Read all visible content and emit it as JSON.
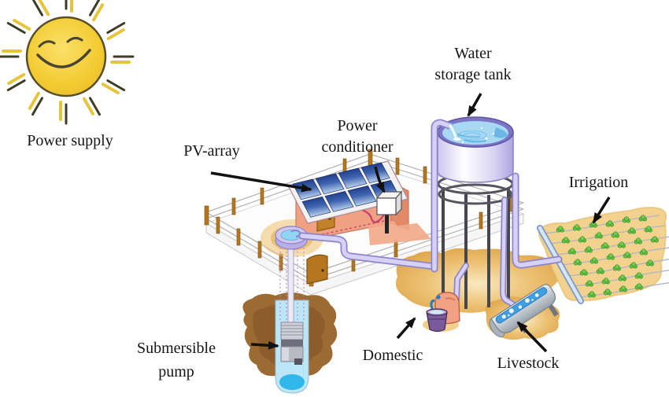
{
  "diagram": {
    "labels": {
      "power_supply": "Power supply",
      "pv_array": "PV-array",
      "power_conditioner_lines": [
        "Power",
        "conditioner"
      ],
      "water_storage_tank_lines": [
        "Water",
        "storage tank"
      ],
      "irrigation": "Irrigation",
      "submersible_pump_lines": [
        "Submersible",
        "pump"
      ],
      "domestic": "Domestic",
      "livestock": "Livestock"
    },
    "icons": {
      "sun": "smiling-sun-icon",
      "pv_array": "solar-panel-array",
      "power_conditioner": "control-box-on-post",
      "water_storage_tank": "elevated-water-tank",
      "well": "borehole-with-submersible-pump",
      "domestic": "tap-stand-with-bucket",
      "livestock": "water-trough",
      "irrigation": "crop-field-with-supply-pipe"
    },
    "colors": {
      "sun_yellow": "#f3cc33",
      "panel_blue": "#1c3a86",
      "shed_salmon": "#f0a183",
      "pipe_lavender": "#d7d2f5",
      "pipe_outline": "#8d85cc",
      "tank_water_blue": "#a8d8f2",
      "ground_tan": "#e2a94e",
      "well_brown": "#9c6a33",
      "bore_blue": "#bce6f7",
      "plant_green": "#5fbf3f",
      "arrow_black": "#111111",
      "cable_pink": "#c2406a"
    }
  }
}
